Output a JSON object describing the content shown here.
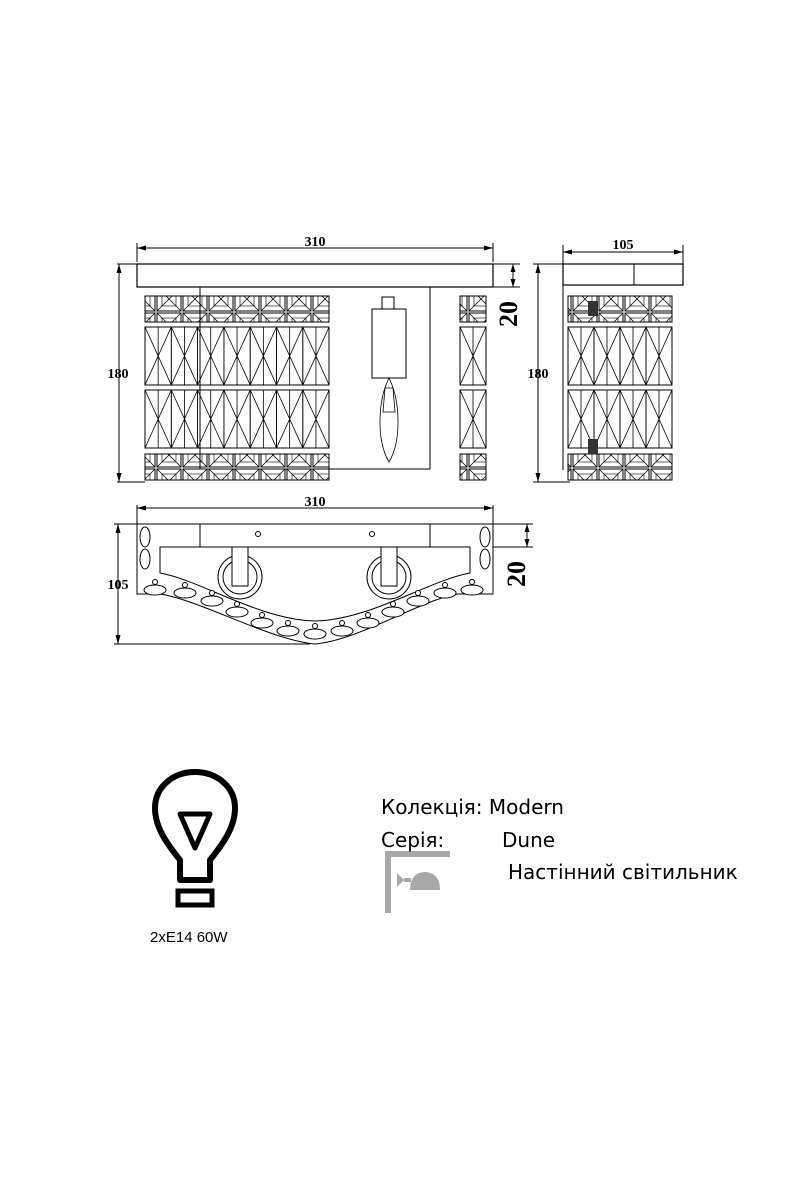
{
  "drawing": {
    "front_view": {
      "width_label": "310",
      "height_label": "180",
      "plate_label": "20"
    },
    "side_view": {
      "width_label": "105",
      "height_label": "180"
    },
    "top_view": {
      "width_label": "310",
      "depth_label": "105",
      "plate_label": "20"
    }
  },
  "bulb": {
    "spec": "2xE14 60W"
  },
  "product": {
    "collection_label": "Колекція:",
    "collection_value": "Modern",
    "series_label": "Серія:",
    "series_value": "Dune",
    "type": "Настінний світильник"
  },
  "colors": {
    "line": "#000000",
    "icon_gray": "#a8a8a8"
  }
}
